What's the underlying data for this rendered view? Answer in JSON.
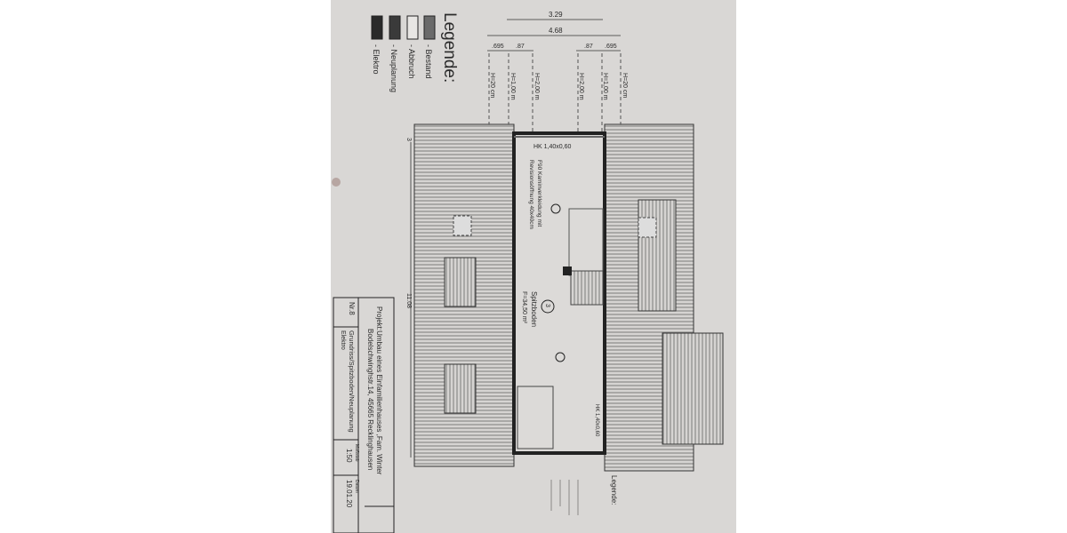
{
  "legend": {
    "title": "Legende:",
    "items": [
      {
        "label": "- Bestand",
        "color": "#6a6a6a"
      },
      {
        "label": "- Abbruch",
        "color": "#e8e6e4"
      },
      {
        "label": "- Neuplanung",
        "color": "#3a3a3a"
      },
      {
        "label": "- Elektro",
        "color": "#2a2a2a"
      }
    ]
  },
  "dimensions": {
    "top": "3.29",
    "overall": "4.68",
    "segments": [
      ".695",
      ".87",
      ".87",
      ".695"
    ],
    "heights": [
      "H=20 cm",
      "H=1,00 m",
      "H=2,00 m",
      "H=2,00 m",
      "H=1,00 m",
      "H=20 cm"
    ],
    "length": "11.08",
    "side_marker": "3"
  },
  "room": {
    "window_top": "HK 1,40x0,60",
    "window_bottom": "HK 1,40x0,60",
    "chimney_note_1": "F90 Kaminverkleidung mit",
    "chimney_note_2": "Revisionsöffnung 40x40cm",
    "number": "3",
    "name": "Spitzboden",
    "area": "F=34,50 m²"
  },
  "title_block": {
    "project": "Projekt:Umbau eines Einfamilienhauses ,Fam. Winter",
    "address": "Bodelschwinghstr.14, 45665 Recklinghausen",
    "number": "Nr.8",
    "drawing": "Grundriss/Spitzboden/Neuplanung",
    "drawing_sub": "Elektro",
    "scale_label": "Maßstab",
    "scale": "1:50",
    "date_label": "Datum",
    "date": "19.01.20"
  },
  "electrical_legend": {
    "title": "Legende:"
  }
}
